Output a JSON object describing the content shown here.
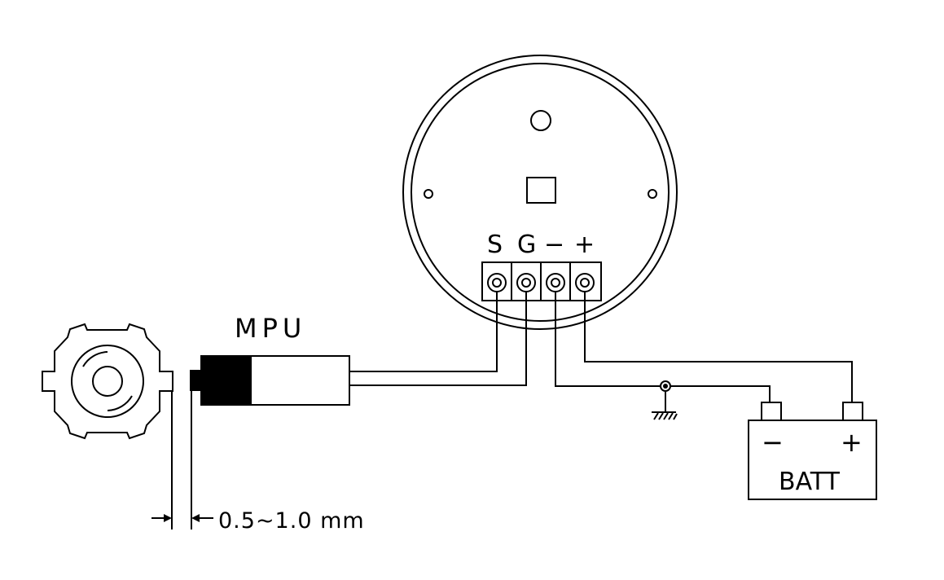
{
  "labels": {
    "terminal_s": "S",
    "terminal_g": "G",
    "terminal_minus": "−",
    "terminal_plus": "+",
    "sensor": "MPU",
    "battery_minus": "−",
    "battery_plus": "+",
    "battery": "BATT",
    "gap": "0.5~1.0  mm"
  },
  "icons": {
    "gauge": "gauge-back-icon",
    "gear": "gear-icon",
    "sensor": "magnetic-pickup-icon",
    "battery": "battery-icon",
    "ground": "ground-icon"
  },
  "colors": {
    "line": "#000000",
    "background": "#ffffff"
  }
}
